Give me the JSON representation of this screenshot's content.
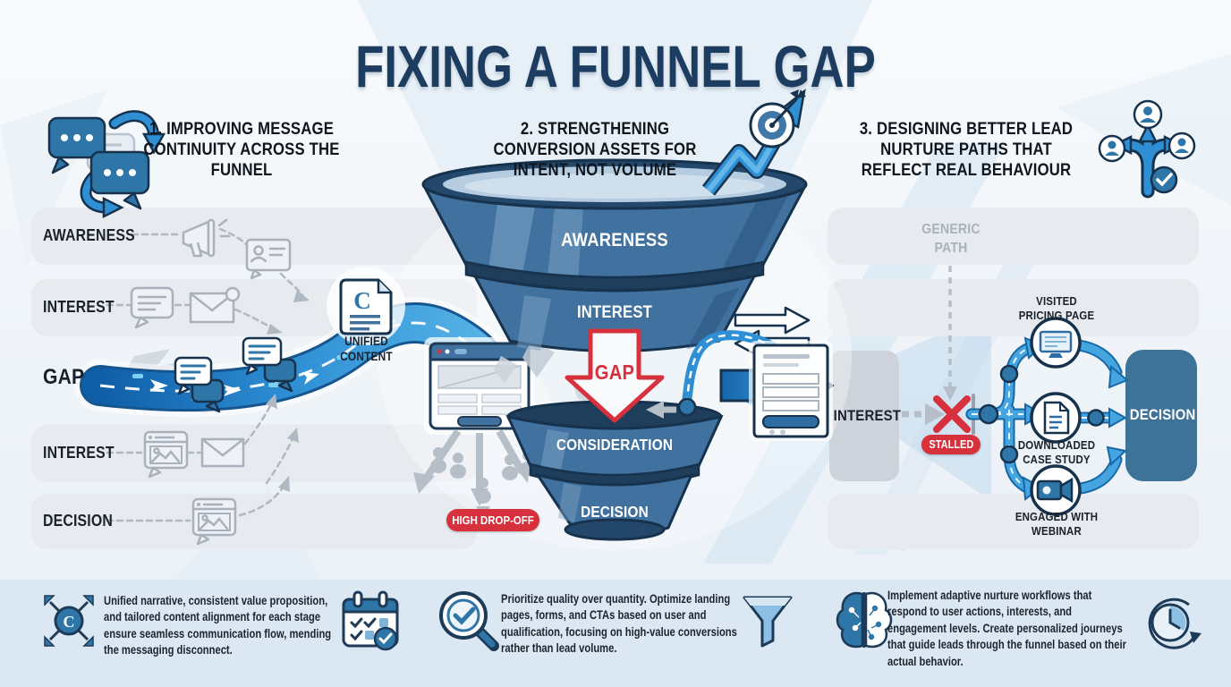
{
  "title": "FIXING A FUNNEL GAP",
  "sections": {
    "one": {
      "title": "1. IMPROVING MESSAGE CONTINUITY ACROSS THE FUNNEL"
    },
    "two": {
      "title": "2. STRENGTHENING CONVERSION ASSETS FOR INTENT, NOT VOLUME"
    },
    "three": {
      "title": "3. DESIGNING BETTER LEAD NURTURE PATHS THAT REFLECT REAL BEHAVIOUR"
    }
  },
  "left_flow": {
    "row1": "AWARENESS",
    "row2": "INTEREST",
    "row3": "GAP",
    "row4": "INTEREST",
    "row5": "DECISION",
    "unified_content": "UNIFIED CONTENT",
    "high_dropoff": "HIGH DROP-OFF"
  },
  "funnel": {
    "stage1": "AWARENESS",
    "stage2": "INTEREST",
    "gap": "GAP",
    "stage3": "CONSIDERATION",
    "stage4": "DECISION"
  },
  "right_flow": {
    "generic_path": "GENERIC PATH",
    "interest": "INTEREST",
    "stalled": "STALLED",
    "branch1": "VISITED PRICING PAGE",
    "branch2": "DOWNLOADED CASE STUDY",
    "branch3": "ENGAGED WITH WEBINAR",
    "decision": "DECISION"
  },
  "footer": {
    "item1": "Unified narrative, consistent value proposition, and tailored content alignment for each stage ensure seamless communication flow, mending the messaging disconnect.",
    "item2": "Prioritize quality over quantity. Optimize landing pages, forms, and CTAs based on user and qualification, focusing on high-value conversions rather than lead volume.",
    "item3": "Implement adaptive nurture workflows that respond to user actions, interests, and engagement levels. Create personalized journeys that guide leads through the funnel based on their actual behavior."
  },
  "colors": {
    "title_navy": "#1c3d5f",
    "funnel_blue": "#40719f",
    "funnel_dark": "#1f3e5c",
    "accent_blue": "#2f8fd4",
    "alert_red": "#d6313c",
    "band_gray": "#e7eaee",
    "muted_gray": "#a9b3bd",
    "decision_box": "#3d7299"
  }
}
